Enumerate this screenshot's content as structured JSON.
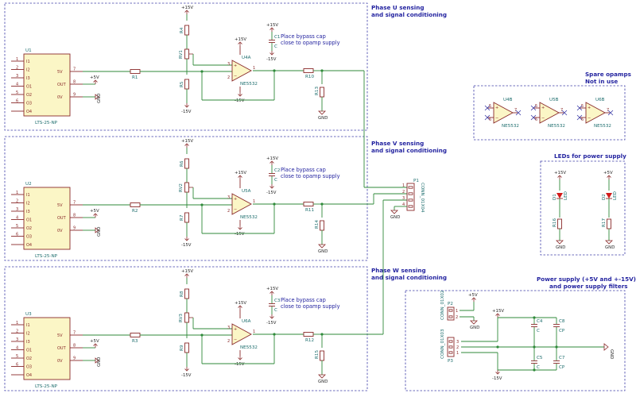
{
  "sections": {
    "phase_u": {
      "title_line1": "Phase U sensing",
      "title_line2": "and signal conditioning"
    },
    "phase_v": {
      "title_line1": "Phase V sensing",
      "title_line2": "and signal conditioning"
    },
    "phase_w": {
      "title_line1": "Phase W sensing",
      "title_line2": "and signal conditioning"
    },
    "spare": {
      "title_line1": "Spare opamps",
      "title_line2": "Not in use"
    },
    "leds": {
      "title": "LEDs for power supply"
    },
    "power": {
      "title_line1": "Power supply (+5V and +-15V)",
      "title_line2": "and power supply filters"
    }
  },
  "note": {
    "line1": "Place bypass cap",
    "line2": "close to opamp supply"
  },
  "channels": [
    {
      "sensor_ref": "U1",
      "sensor_model": "LTS-25-NP",
      "res_in": "R1",
      "pot": "RV1",
      "r_top": "R4",
      "r_bot": "R5",
      "cap": "C1",
      "cap_val": "C",
      "opamp": "U4A",
      "res_out": "R10",
      "res_gnd": "R13"
    },
    {
      "sensor_ref": "U2",
      "sensor_model": "LTS-25-NP",
      "res_in": "R2",
      "pot": "RV2",
      "r_top": "R6",
      "r_bot": "R7",
      "cap": "C2",
      "cap_val": "C",
      "opamp": "U5A",
      "res_out": "R11",
      "res_gnd": "R14"
    },
    {
      "sensor_ref": "U3",
      "sensor_model": "LTS-25-NP",
      "res_in": "R3",
      "pot": "RV3",
      "r_top": "R8",
      "r_bot": "R9",
      "cap": "C3",
      "cap_val": "C",
      "opamp": "U6A",
      "res_out": "R12",
      "res_gnd": "R15"
    }
  ],
  "sensor_pins_left": [
    "I1",
    "I2",
    "I3",
    "O1",
    "O2",
    "O3",
    "O4"
  ],
  "sensor_pin_numbers": [
    "1",
    "2",
    "3",
    "4",
    "5",
    "6"
  ],
  "sensor_pins_right": [
    "5V",
    "OUT",
    "0V"
  ],
  "sensor_right_pin_numbers": [
    "7",
    "8",
    "9"
  ],
  "opamp_model": "NE5532",
  "opamp_pin_numbers": {
    "noninv": "3",
    "inv": "2",
    "out": "1"
  },
  "rails": {
    "p15": "+15V",
    "m15": "-15V",
    "p5": "+5V",
    "gnd": "GND"
  },
  "connector_out": {
    "ref": "P1",
    "model": "CONN_01X04",
    "pins": [
      "1",
      "2",
      "3",
      "4"
    ]
  },
  "spare_opamps": [
    "U4B",
    "U5B",
    "U6B"
  ],
  "spare_pin_numbers": {
    "noninv": "5",
    "inv": "6",
    "out": "7"
  },
  "leds": [
    {
      "led": "D1",
      "led_val": "LED",
      "res": "R16",
      "rail": "+15V"
    },
    {
      "led": "D2",
      "led_val": "LED",
      "res": "R17",
      "rail": "+5V"
    }
  ],
  "power": {
    "p2_ref": "P2",
    "p2_model": "CONN_01X02",
    "p2_pins": [
      "1",
      "2"
    ],
    "p3_ref": "P3",
    "p3_model": "CONN_01X03",
    "p3_pins": [
      "3",
      "2",
      "1"
    ],
    "caps": [
      {
        "ref": "C4",
        "val": "C"
      },
      {
        "ref": "C8",
        "val": "CP"
      },
      {
        "ref": "C5",
        "val": "C"
      },
      {
        "ref": "C7",
        "val": "CP"
      }
    ]
  },
  "colors": {
    "box": "#3d3da8",
    "wire": "#2f8a3a",
    "part": "#8a2a2a",
    "part_fill": "#fbf6c6",
    "title": "#2424a0",
    "led_red": "#d11a1a"
  }
}
